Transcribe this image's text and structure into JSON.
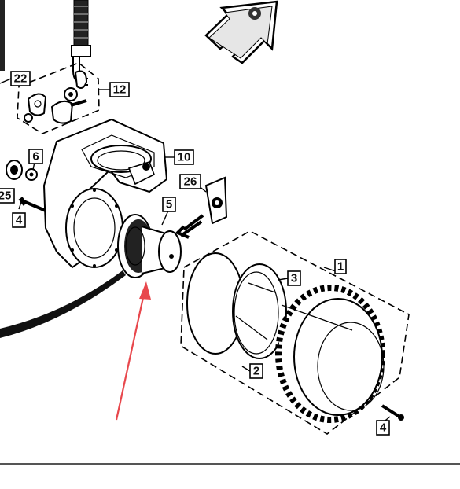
{
  "callouts": [
    {
      "id": "c22",
      "label": "22"
    },
    {
      "id": "c12",
      "label": "12"
    },
    {
      "id": "c6",
      "label": "6"
    },
    {
      "id": "c10",
      "label": "10"
    },
    {
      "id": "c26",
      "label": "26"
    },
    {
      "id": "c25",
      "label": "25"
    },
    {
      "id": "c4a",
      "label": "4"
    },
    {
      "id": "c5",
      "label": "5"
    },
    {
      "id": "c1",
      "label": "1"
    },
    {
      "id": "c3",
      "label": "3"
    },
    {
      "id": "c2",
      "label": "2"
    },
    {
      "id": "c4b",
      "label": "4"
    }
  ],
  "colors": {
    "callout_border": "#000000",
    "annotation_arrow": "#e8474c",
    "line_art": "#000000",
    "background": "#ffffff"
  },
  "icons": [
    "front-direction-arrow-icon",
    "red-annotation-arrow"
  ]
}
